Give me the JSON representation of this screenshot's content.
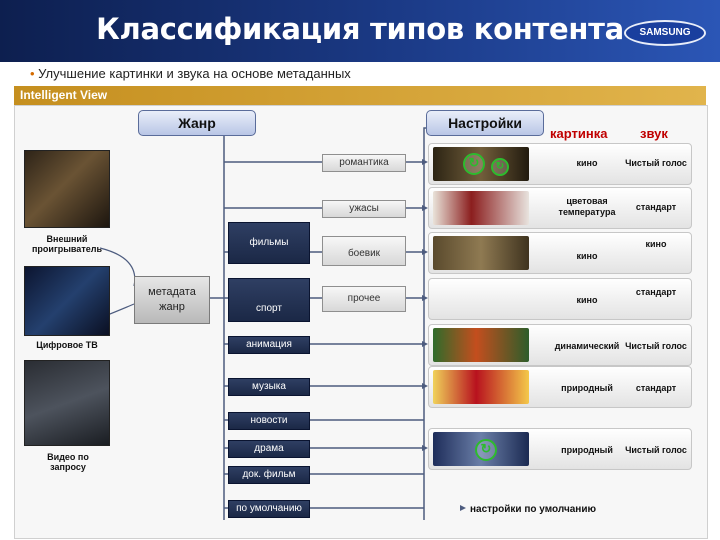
{
  "slide": {
    "title": "Классификация типов контента",
    "logo": "SAMSUNG",
    "subtitle": "Улучшение картинки и звука на основе метаданных",
    "section_label": "Intelligent View"
  },
  "headers": {
    "genre": "Жанр",
    "settings": "Настройки",
    "picture_column": "картинка",
    "sound_column": "звук"
  },
  "sources": [
    {
      "label": "Внешний проигрыватель"
    },
    {
      "label": "Цифровое ТВ"
    },
    {
      "label": "Видео по запросу"
    }
  ],
  "metadata_box": "метадата жанр",
  "genres": {
    "romance": "романтика",
    "horror": "ужасы",
    "films": "фильмы",
    "action": "боевик",
    "other": "прочее",
    "sport": "спорт",
    "animation": "анимация",
    "music": "музыка",
    "news": "новости",
    "drama": "драма",
    "documentary": "док. фильм",
    "default": "по умолчанию"
  },
  "settings_rows": [
    {
      "picture": "кино",
      "sound": "Чистый голос"
    },
    {
      "picture": "цветовая температура",
      "sound": "стандарт"
    },
    {
      "picture": "кино",
      "sound": "кино"
    },
    {
      "picture": "кино",
      "sound": "стандарт"
    },
    {
      "picture": "динамический",
      "sound": "Чистый голос"
    },
    {
      "picture": "природный",
      "sound": "стандарт"
    },
    {
      "picture": "природный",
      "sound": "Чистый голос"
    }
  ],
  "default_settings": "настройки по умолчанию",
  "colors": {
    "header_bg": "#1b3a86",
    "section_bar": "#d4a23a",
    "accent_red": "#c00000",
    "badge_green": "#2dbb2d"
  }
}
